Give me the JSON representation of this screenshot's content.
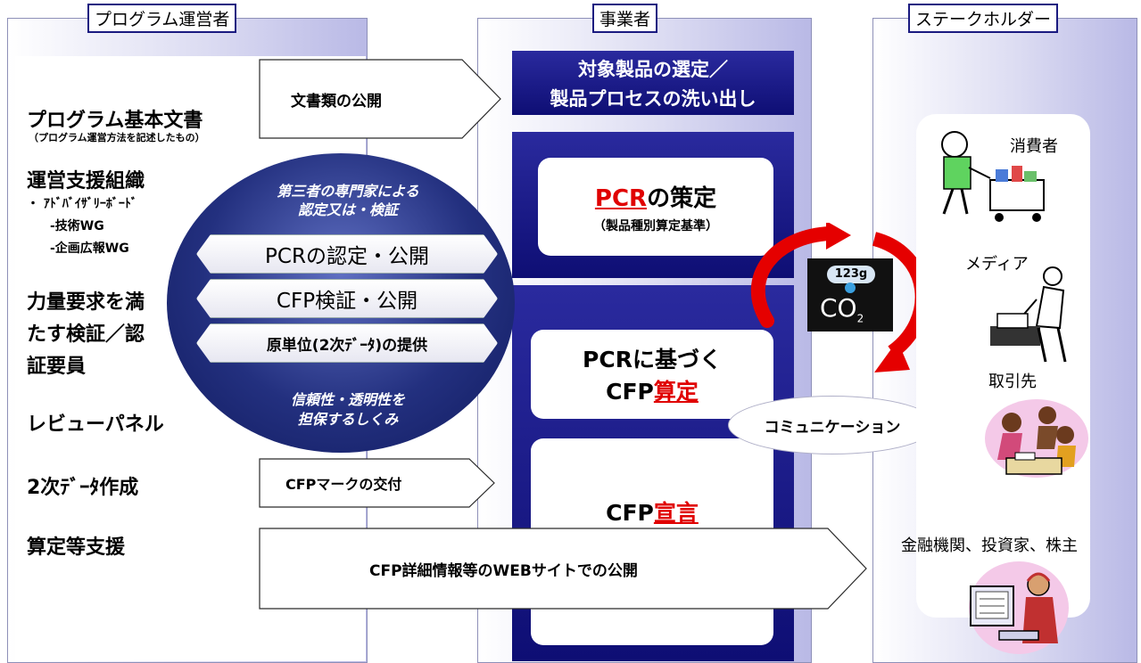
{
  "columns": {
    "operator": "プログラム運営者",
    "business": "事業者",
    "stakeholder": "ステークホルダー"
  },
  "operator": {
    "basic_doc": "プログラム基本文書",
    "basic_doc_sub": "（プログラム運営方法を記述したもの）",
    "support_org": "運営支援組織",
    "advisory": "・ ｱﾄﾞﾊﾞｲｻﾞﾘｰﾎﾞｰﾄﾞ",
    "wg_tech": "-技術WG",
    "wg_pr": "-企画広報WG",
    "verifier_l1": "力量要求を満",
    "verifier_l2": "たす検証／認",
    "verifier_l3": "証要員",
    "review_panel": "レビューパネル",
    "secondary_data": "2次ﾃﾞｰﾀ作成",
    "calc_support": "算定等支援"
  },
  "arrows": {
    "doc_publish": "文書類の公開",
    "cfp_mark": "CFPマークの交付",
    "web_publish": "CFP詳細情報等のWEBサイトでの公開"
  },
  "circle": {
    "top_l1": "第三者の専門家による",
    "top_l2": "認定又は・検証",
    "pcr_cert": "PCRの認定・公開",
    "cfp_verify": "CFP検証・公開",
    "base_unit": "原単位(2次ﾃﾞｰﾀ)の提供",
    "bottom_l1": "信頼性・透明性を",
    "bottom_l2": "担保するしくみ"
  },
  "business": {
    "select_l1": "対象製品の選定／",
    "select_l2": "製品プロセスの洗い出し",
    "pcr_red": "PCR",
    "pcr_rest": "の策定",
    "pcr_sub": "（製品種別算定基準）",
    "calc_l1": "PCRに基づく",
    "calc_cfp": "CFP",
    "calc_red": "算定",
    "declare_cfp": "CFP",
    "declare_red": "宣言"
  },
  "co2": {
    "weight": "123g",
    "label": "CO",
    "sub": "2"
  },
  "communication": "コミュニケーション",
  "stakeholders": {
    "consumer": "消費者",
    "media": "メディア",
    "partner": "取引先",
    "finance": "金融機関、投資家、株主"
  },
  "colors": {
    "navy": "#1a1a80",
    "red": "#e00000",
    "col_bg": "#c8c8ec"
  }
}
